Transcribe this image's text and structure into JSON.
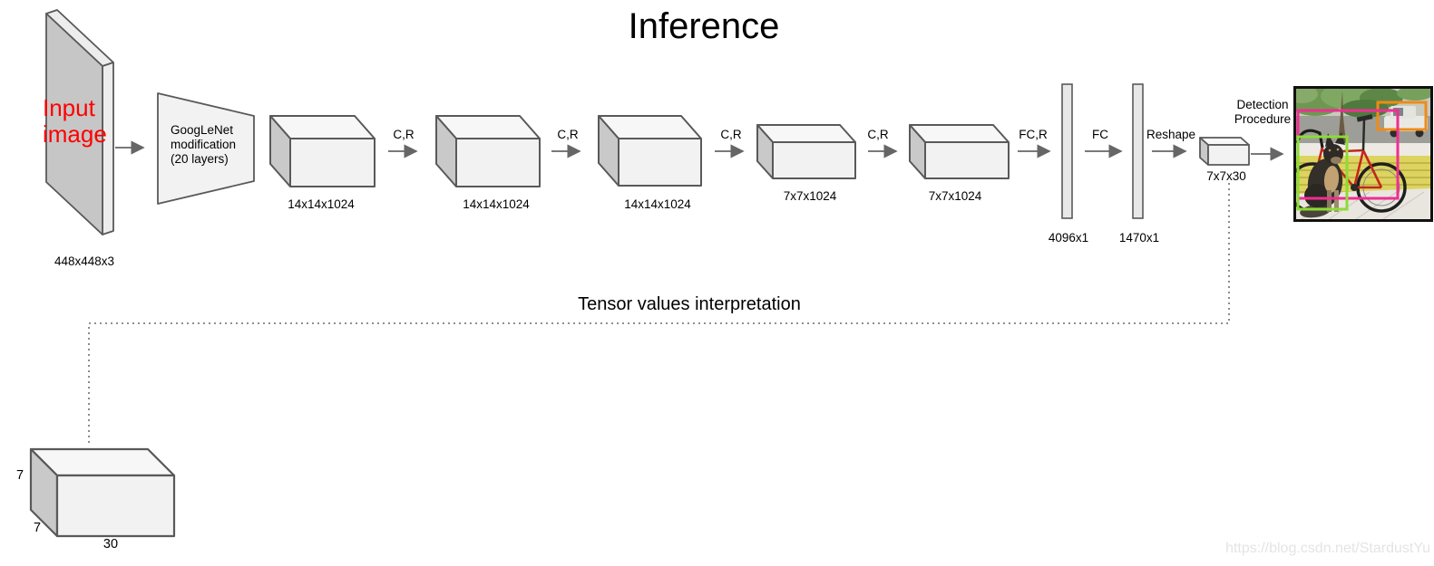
{
  "title": "Inference",
  "input": {
    "line1": "Input",
    "line2": "image",
    "dims": "448x448x3",
    "text_color": "#ff0000"
  },
  "backbone": {
    "line1": "GoogLeNet",
    "line2": "modification",
    "line3": "(20 layers)"
  },
  "ops": {
    "cr": "C,R",
    "fcr": "FC,R",
    "fc": "FC",
    "reshape": "Reshape"
  },
  "layers": {
    "conv1": "14x14x1024",
    "conv2": "14x14x1024",
    "conv3": "14x14x1024",
    "conv4": "7x7x1024",
    "conv5": "7x7x1024",
    "fc1": "4096x1",
    "fc2": "1470x1",
    "output": "7x7x30"
  },
  "detection": {
    "line1": "Detection",
    "line2": "Procedure"
  },
  "interpretation": {
    "title": "Tensor values interpretation",
    "cube": {
      "height": "7",
      "depth": "7",
      "width": "30"
    }
  },
  "bbox_colors": {
    "bicycle": "#f02d93",
    "dog": "#8cdc35",
    "car": "#ef8b17"
  },
  "watermark": "https://blog.csdn.net/StardustYu"
}
